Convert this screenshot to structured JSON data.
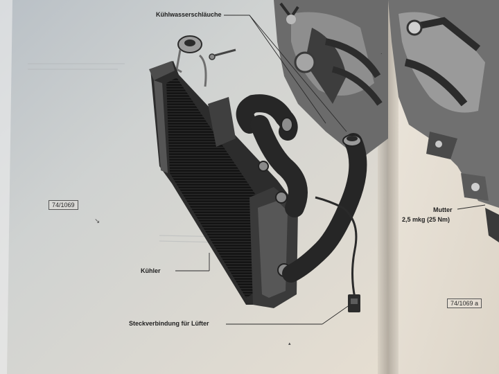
{
  "labels": {
    "kuehlwasserschlaeuche": "Kühlwasserschläuche",
    "kuehler": "Kühler",
    "steckverbindung": "Steckverbindung für Lüfter",
    "mutter": "Mutter",
    "torque": "2,5 mkg (25 Nm)"
  },
  "figures": {
    "left": "74/1069",
    "right": "74/1069 a"
  },
  "colors": {
    "paper": "#d9d2c6",
    "ink": "#1e1e1e",
    "radiator_dark": "#1f1f1f",
    "hose": "#2b2b2b"
  }
}
